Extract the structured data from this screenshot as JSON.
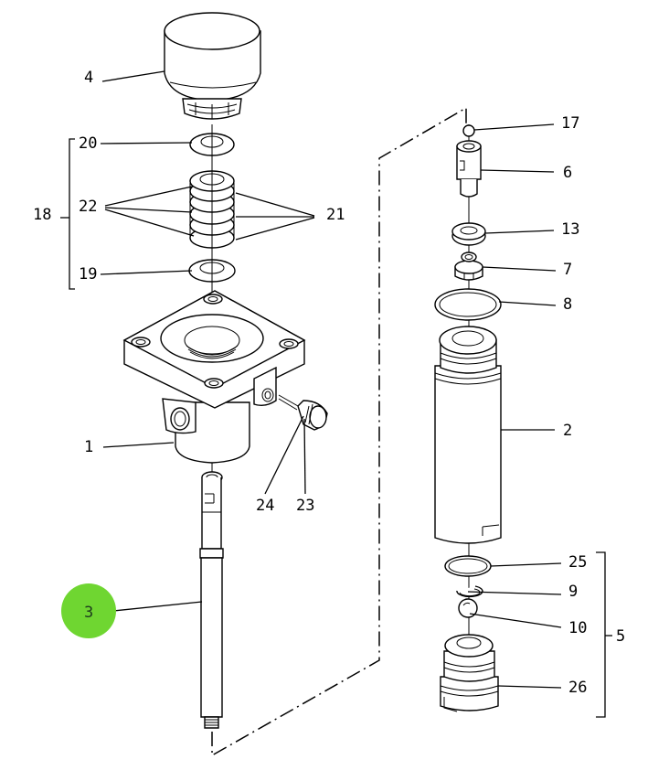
{
  "labels": {
    "l4": "4",
    "l20": "20",
    "l22": "22",
    "l21": "21",
    "l18": "18",
    "l19": "19",
    "l1": "1",
    "l24": "24",
    "l23": "23",
    "l3": "3",
    "l17": "17",
    "l6": "6",
    "l13": "13",
    "l7": "7",
    "l8": "8",
    "l2": "2",
    "l25": "25",
    "l9": "9",
    "l10": "10",
    "l5": "5",
    "l26": "26"
  },
  "colors": {
    "highlight": "#6fd631",
    "line": "#000000",
    "background": "#ffffff"
  },
  "highlighted_part": "3"
}
